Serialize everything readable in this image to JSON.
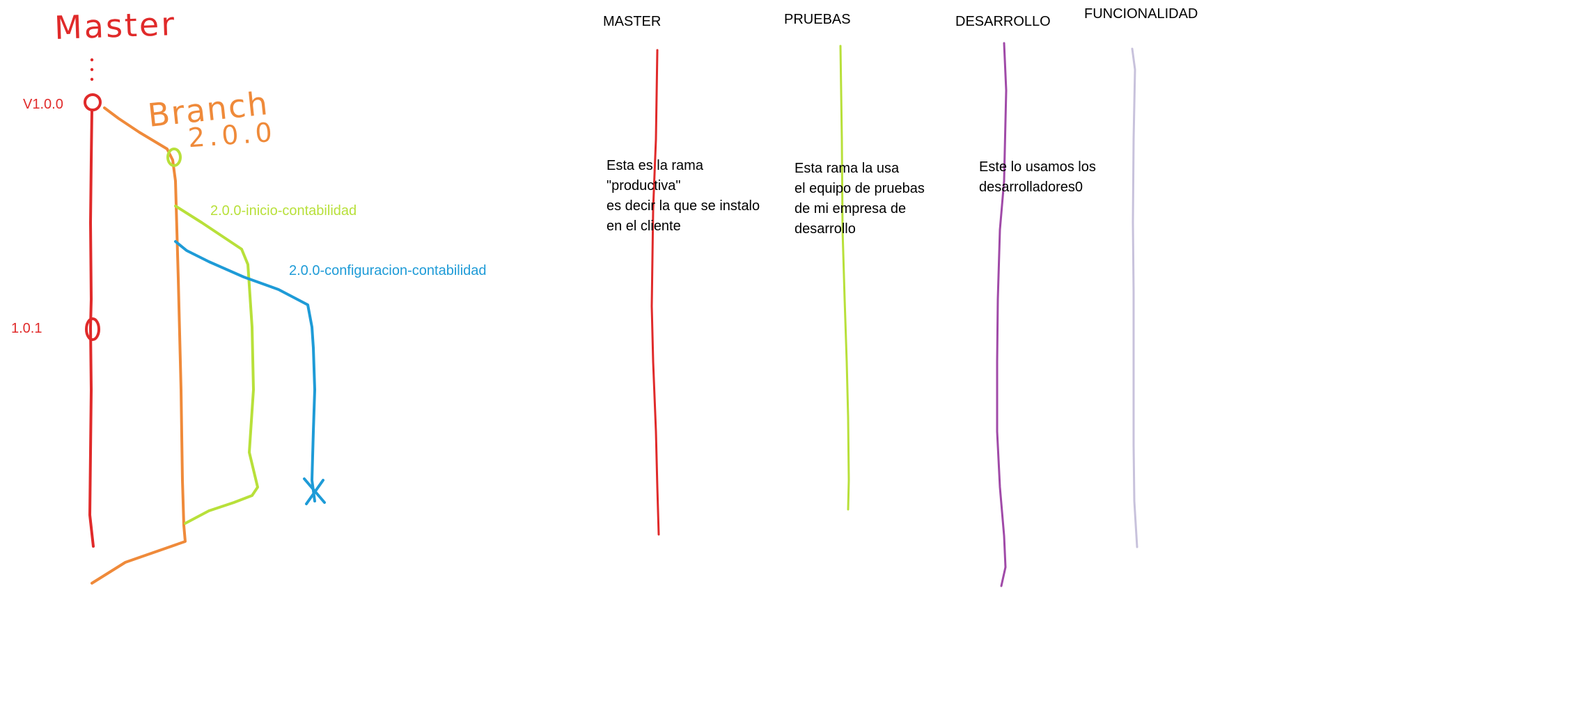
{
  "colors": {
    "master": "#e02a2a",
    "branch": "#ef8a3a",
    "inicio": "#b8e03a",
    "config": "#1e9bd7",
    "pruebas": "#b8e03a",
    "desarrollo": "#a04aa8",
    "funcionalidad": "#c8c2dc"
  },
  "left_diagram": {
    "master_handwritten": "Master",
    "branch_handwritten": "Branch",
    "branch_version_handwritten": "2.0.0",
    "tag_v100": "V1.0.0",
    "tag_101": "1.0.1",
    "branch_inicio_label": "2.0.0-inicio-contabilidad",
    "branch_config_label": "2.0.0-configuracion-contabilidad"
  },
  "columns": {
    "master": {
      "header": "MASTER",
      "description": "Esta es la rama\n\"productiva\"\nes decir la que se instalo\nen el cliente"
    },
    "pruebas": {
      "header": "PRUEBAS",
      "description": "Esta rama la usa\nel equipo de pruebas\nde mi empresa de\ndesarrollo"
    },
    "desarrollo": {
      "header": "DESARROLLO",
      "description": "Este lo usamos los\ndesarrolladores0"
    },
    "funcionalidad": {
      "header": "FUNCIONALIDAD"
    }
  }
}
